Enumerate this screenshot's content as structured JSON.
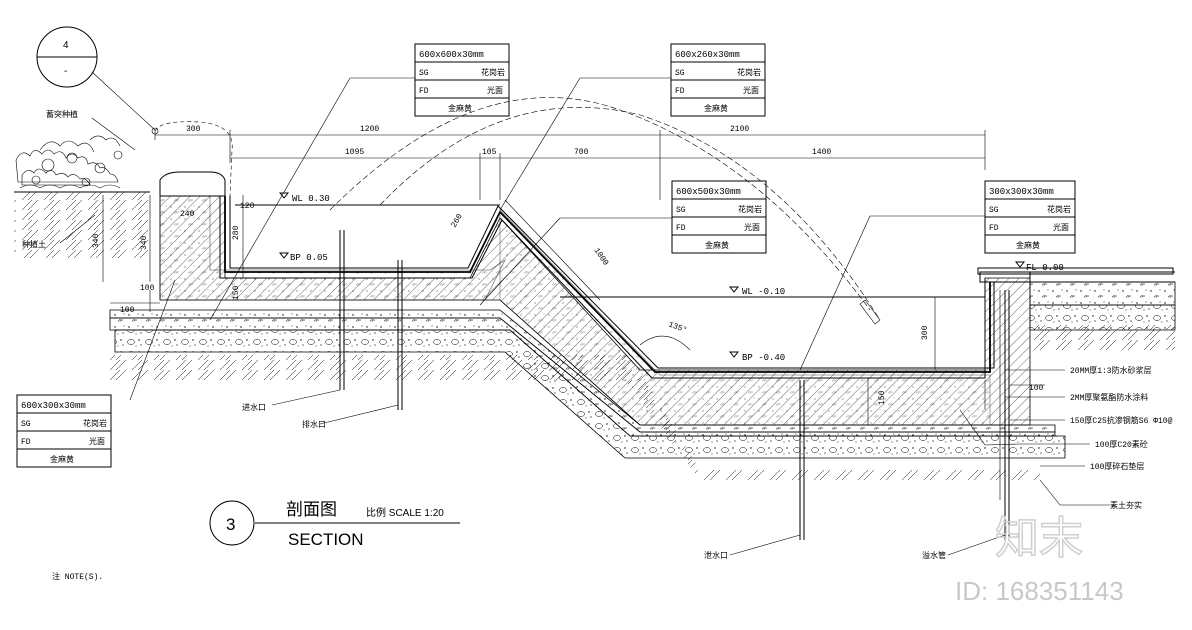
{
  "detail_ref": {
    "number": "4",
    "sheet": "-"
  },
  "plant_labels": {
    "planting": "蓄突种植",
    "soil": "种植土"
  },
  "dimensions": {
    "d300_top": "300",
    "d1200": "1200",
    "d2100": "2100",
    "d1095": "1095",
    "d105": "105",
    "d700": "700",
    "d1400": "1400",
    "d340a": "340",
    "d340b": "340",
    "d280": "280",
    "d100a": "100",
    "d150a": "150",
    "d100b": "100",
    "d150b": "150",
    "d300_right": "300",
    "d100c": "100",
    "d1000": "1000",
    "d260": "260",
    "d135": "135°",
    "d240": "240",
    "d120": "120"
  },
  "levels": {
    "wl_030": "WL 0.30",
    "bp_005": "BP 0.05",
    "wl_m010": "WL -0.10",
    "bp_m040": "BP -0.40",
    "fl_000": "FL 0.00"
  },
  "tables": [
    {
      "size": "600x600x30mm",
      "sg": "SG",
      "sg_val": "花岗岩",
      "fd": "FD",
      "fd_val": "光面",
      "finish": "金麻黄"
    },
    {
      "size": "600x260x30mm",
      "sg": "SG",
      "sg_val": "花岗岩",
      "fd": "FD",
      "fd_val": "光面",
      "finish": "金麻黄"
    },
    {
      "size": "600x500x30mm",
      "sg": "SG",
      "sg_val": "花岗岩",
      "fd": "FD",
      "fd_val": "光面",
      "finish": "金麻黄"
    },
    {
      "size": "300x300x30mm",
      "sg": "SG",
      "sg_val": "花岗岩",
      "fd": "FD",
      "fd_val": "光面",
      "finish": "金麻黄"
    },
    {
      "size": "600x300x30mm",
      "sg": "SG",
      "sg_val": "花岗岩",
      "fd": "FD",
      "fd_val": "光面",
      "finish": "金麻黄"
    }
  ],
  "layers": [
    "20MM厚1:3防水砂浆层",
    "2MM厚聚氨酯防水涂料",
    "150厚C25抗渗钢筋S6  Φ10@",
    "100厚C20素砼",
    "100厚碎石垫层",
    "素土夯实"
  ],
  "pipes": {
    "inlet": "进水口",
    "drain": "排水口",
    "outlet": "泄水口",
    "overflow": "溢水管"
  },
  "title": {
    "number": "3",
    "cn": "剖面图",
    "en": "SECTION",
    "scale": "比例 SCALE 1:20"
  },
  "note": "注  NOTE(S).",
  "watermark": {
    "logo": "知末",
    "id": "ID: 168351143"
  }
}
